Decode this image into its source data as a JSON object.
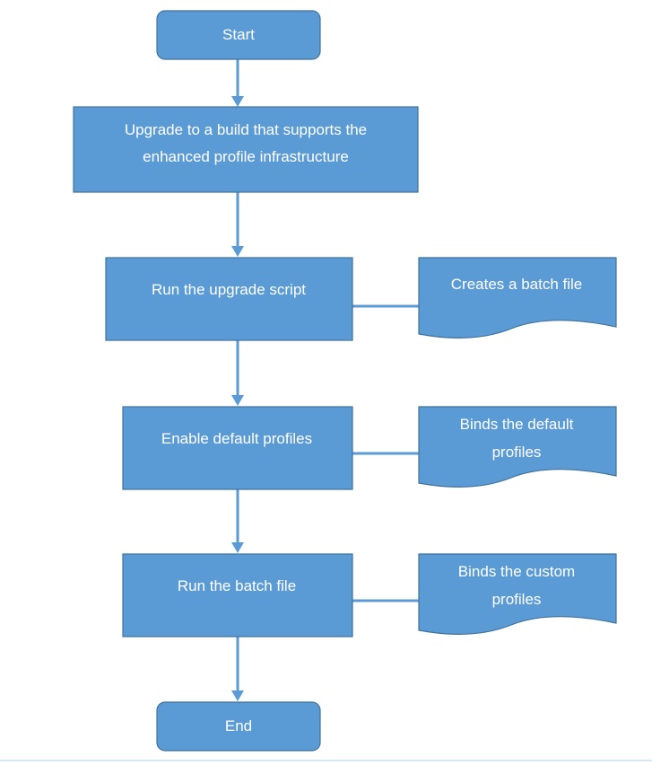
{
  "flowchart": {
    "start": "Start",
    "end": "End",
    "steps": [
      {
        "id": "upgrade-build",
        "lines": [
          "Upgrade to a build that supports the",
          "enhanced profile infrastructure"
        ]
      },
      {
        "id": "run-upgrade-script",
        "lines": [
          "Run the upgrade script"
        ],
        "note": [
          "Creates a batch file"
        ]
      },
      {
        "id": "enable-default-profiles",
        "lines": [
          "Enable default profiles"
        ],
        "note": [
          "Binds the default",
          "profiles"
        ]
      },
      {
        "id": "run-batch-file",
        "lines": [
          "Run the batch file"
        ],
        "note": [
          "Binds the custom",
          "profiles"
        ]
      }
    ]
  },
  "colors": {
    "shape_fill": "#5b9bd5",
    "shape_border": "#41719c",
    "connector": "#5b9bd5",
    "text": "#ffffff"
  }
}
